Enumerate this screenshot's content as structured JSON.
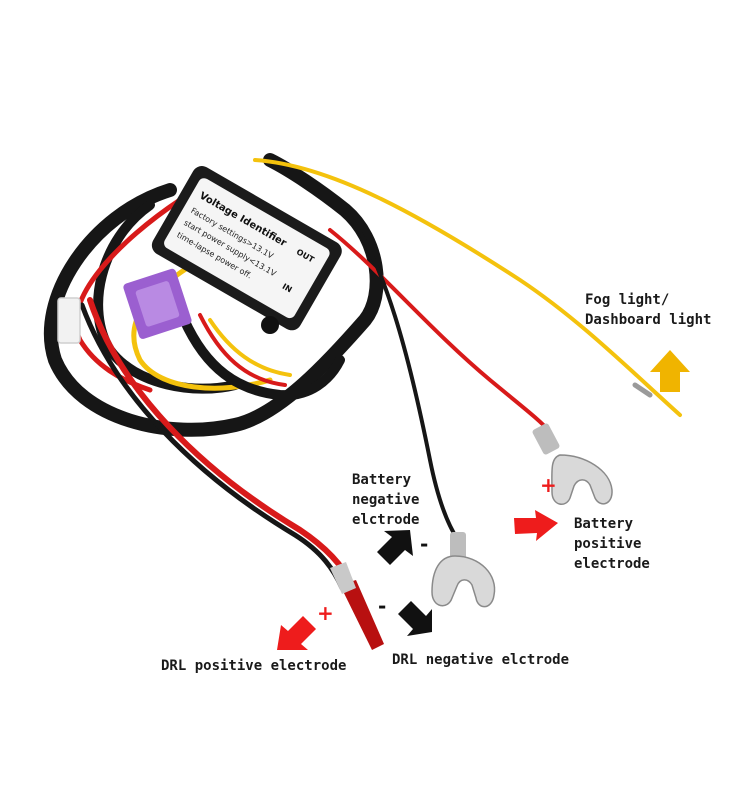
{
  "labels": {
    "fog_light": [
      "Fog light/",
      "Dashboard light"
    ],
    "battery_negative": [
      "Battery",
      "negative",
      "elctrode"
    ],
    "battery_positive": [
      "Battery",
      "positive",
      "electrode"
    ],
    "drl_positive": "DRL positive electrode",
    "drl_negative": "DRL negative elctrode"
  },
  "signs": {
    "plus": "+",
    "minus": "-"
  },
  "module": {
    "title": "Voltage Identifier",
    "lines": [
      "Factory settings>13.1V",
      "start power supply<13.1V",
      "time-lapse power off."
    ],
    "out_label": "OUT",
    "in_label": "IN"
  },
  "colors": {
    "arrow_red": "#ee1c1c",
    "arrow_black": "#111111",
    "arrow_yellow": "#f0b400",
    "wire_red": "#d81a1a",
    "wire_black": "#161616",
    "wire_yellow": "#f4c20d",
    "fuse_purple": "#9b5fd0"
  }
}
